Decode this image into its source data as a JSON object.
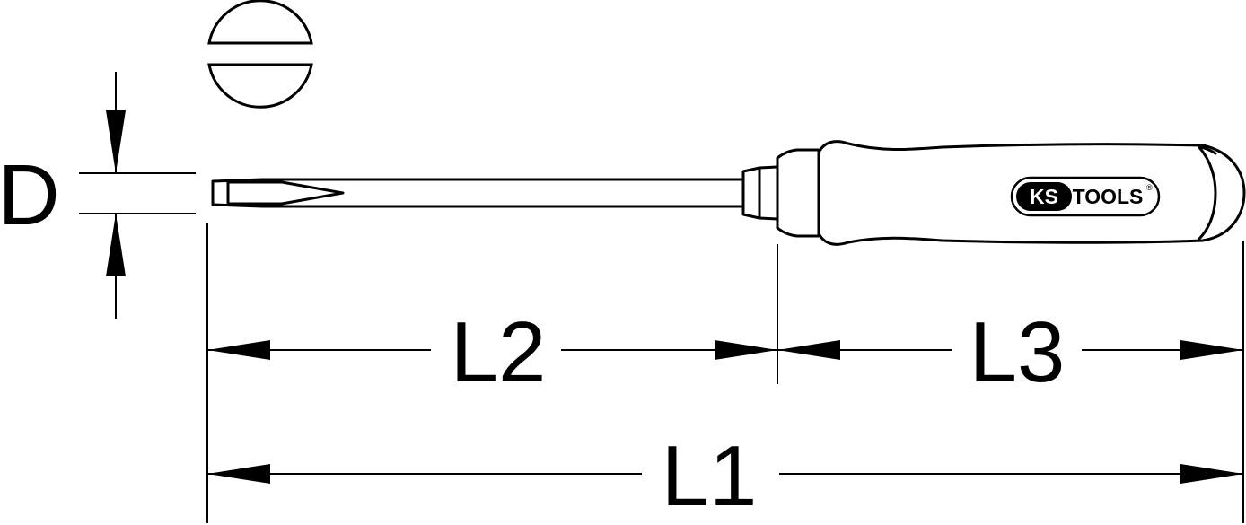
{
  "labels": {
    "diameter": "D",
    "blade_length": "L2",
    "handle_length": "L3",
    "overall_length": "L1"
  },
  "logo": {
    "brand_left": "KS",
    "brand_right": "TOOLS",
    "registered": "®"
  },
  "colors": {
    "line": "#000000",
    "background": "#ffffff"
  }
}
